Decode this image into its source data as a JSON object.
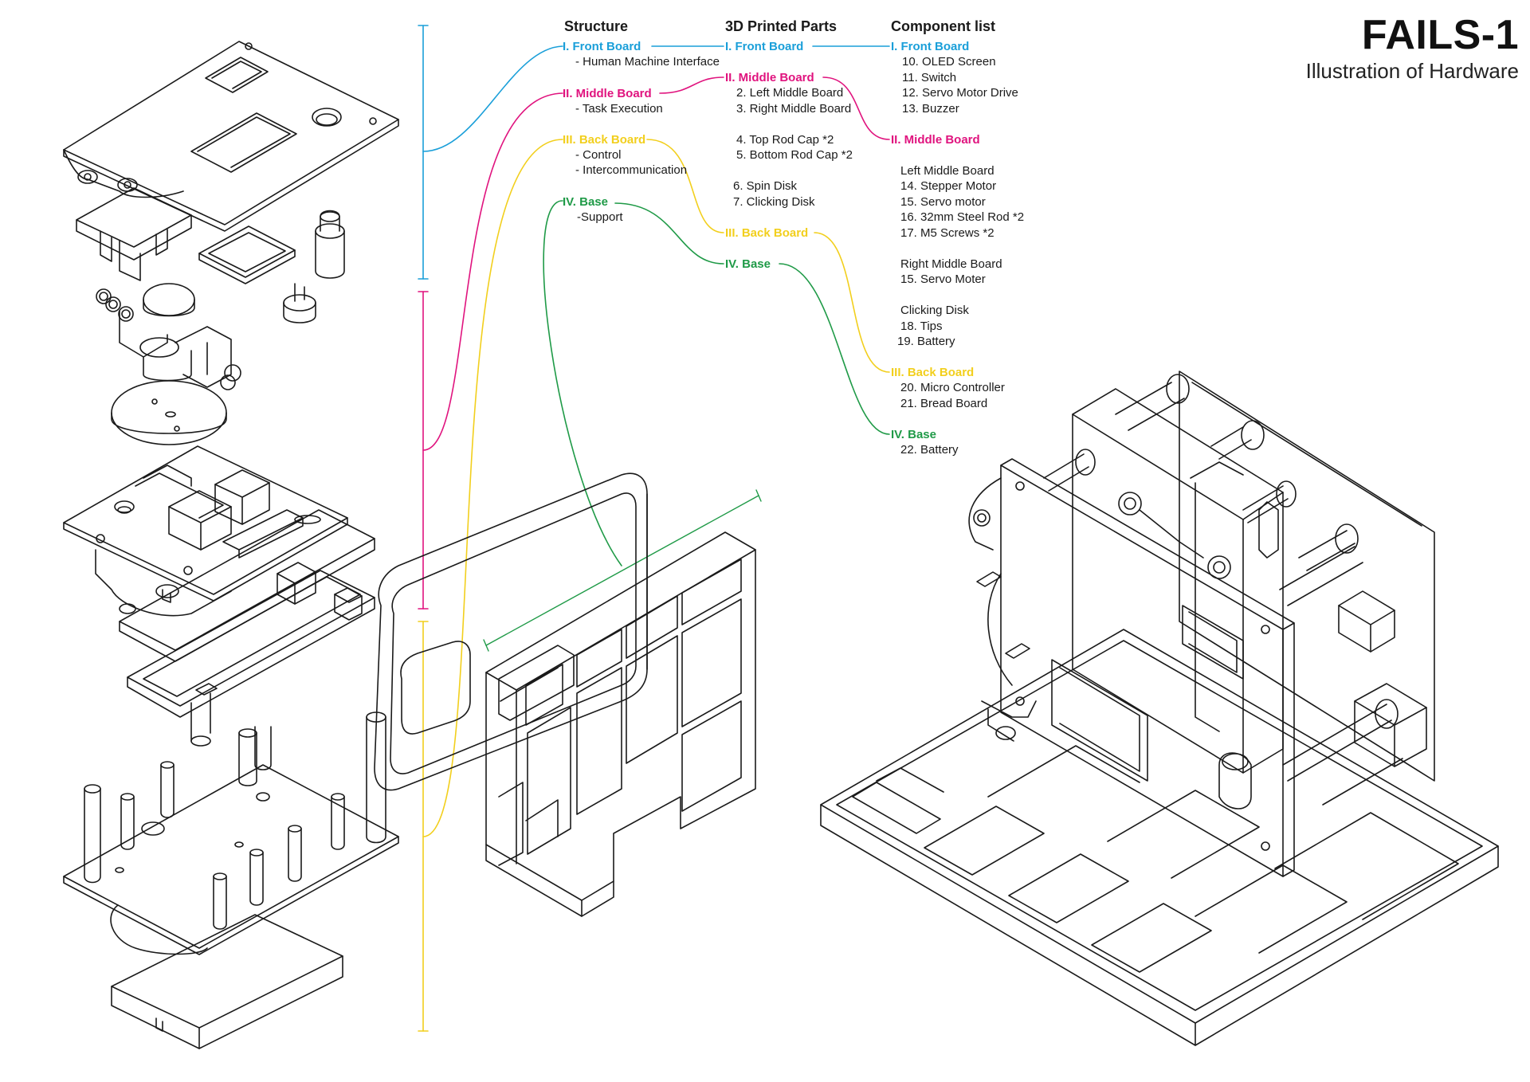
{
  "header": {
    "title": "FAILS-1",
    "subtitle": "Illustration of Hardware"
  },
  "colors": {
    "front": "#1a9fd9",
    "middle": "#e0137e",
    "back": "#f2cf1d",
    "base": "#1f9a47",
    "line": "#1a1a1a"
  },
  "structure": {
    "heading": "Structure",
    "front": "I. Front Board",
    "front_item": "- Human Machine Interface",
    "middle": "II. Middle Board",
    "middle_item": "- Task Execution",
    "back": "III. Back Board",
    "back_item1": "- Control",
    "back_item2": "- Intercommunication",
    "base": "IV. Base",
    "base_item": "-Support"
  },
  "printed": {
    "heading": "3D Printed Parts",
    "front": "I. Front Board",
    "middle": "II. Middle Board",
    "m1": "2. Left Middle Board",
    "m2": "3. Right Middle  Board",
    "m3": "4. Top Rod Cap *2",
    "m4": "5. Bottom Rod Cap *2",
    "m5": "6. Spin Disk",
    "m6": "7. Clicking Disk",
    "back": "III. Back Board",
    "base": "IV. Base"
  },
  "components": {
    "heading": "Component list",
    "front": "I. Front Board",
    "f1": "10. OLED Screen",
    "f2": "11. Switch",
    "f3": "12. Servo Motor Drive",
    "f4": "13. Buzzer",
    "middle": "II. Middle Board",
    "l_head": "Left Middle Board",
    "l1": "14. Stepper Motor",
    "l2": "15. Servo motor",
    "l3": "16. 32mm Steel Rod *2",
    "l4": "17. M5 Screws *2",
    "r_head": "Right Middle  Board",
    "r1": "15. Servo Moter",
    "c_head": "Clicking Disk",
    "c1": "18. Tips",
    "c2": "19. Battery",
    "back": "III. Back Board",
    "b1": "20. Micro Controller",
    "b2": "21. Bread Board",
    "base": "IV. Base",
    "s1": "22. Battery"
  }
}
